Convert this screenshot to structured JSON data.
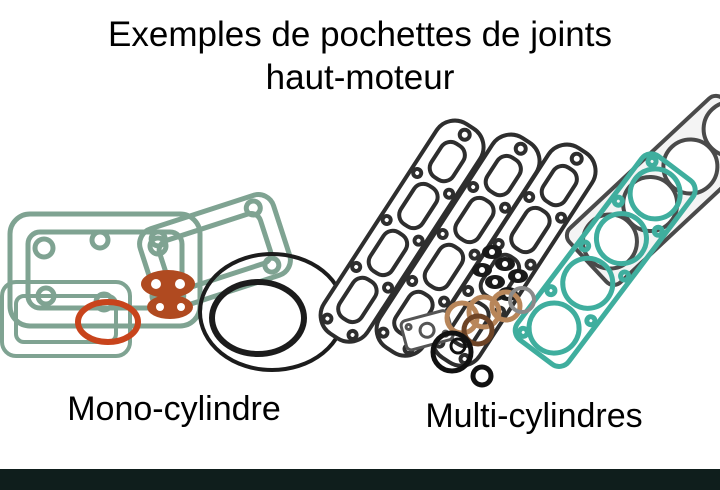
{
  "title": {
    "line1": "Exemples de pochettes de joints",
    "line2": "haut-moteur"
  },
  "labels": {
    "mono": "Mono-cylindre",
    "multi": "Multi-cylindres"
  },
  "colors": {
    "background": "#ffffff",
    "text": "#000000",
    "bottom_bar": "#0f1e1c",
    "mono_gasket_green": "#7fa392",
    "mono_gasket_green_light": "#9cb9aa",
    "orange_gasket": "#b04a20",
    "orange_ring": "#c8441c",
    "black_ring": "#1c1c1c",
    "multi_gasket_teal": "#3fae9e",
    "valve_gasket_outline": "#2e2e2e",
    "head_gasket_gray": "#4a4a4a",
    "copper_washer": "#b8865a",
    "dark_washer": "#6e4426"
  },
  "illustrations": {
    "mono_kit": "mono-cylinder-gasket-set",
    "multi_kit": "multi-cylinder-gasket-set"
  }
}
